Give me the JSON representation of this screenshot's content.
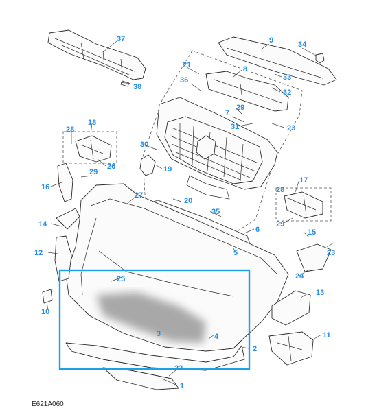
{
  "figure_id": "E621A060",
  "callouts": [
    "1",
    "2",
    "3",
    "4",
    "5",
    "6",
    "7",
    "8",
    "9",
    "10",
    "11",
    "12",
    "13",
    "14",
    "15",
    "16",
    "17",
    "18",
    "19",
    "20",
    "21",
    "22",
    "23",
    "24",
    "25",
    "26",
    "27",
    "28",
    "29",
    "30",
    "31",
    "32",
    "33",
    "34",
    "35",
    "36",
    "37",
    "38",
    "23",
    "28",
    "29",
    "29"
  ],
  "colors": {
    "callout": "#2a8ee6",
    "highlight": "#1ea0e6",
    "line": "#2b2b2b"
  }
}
